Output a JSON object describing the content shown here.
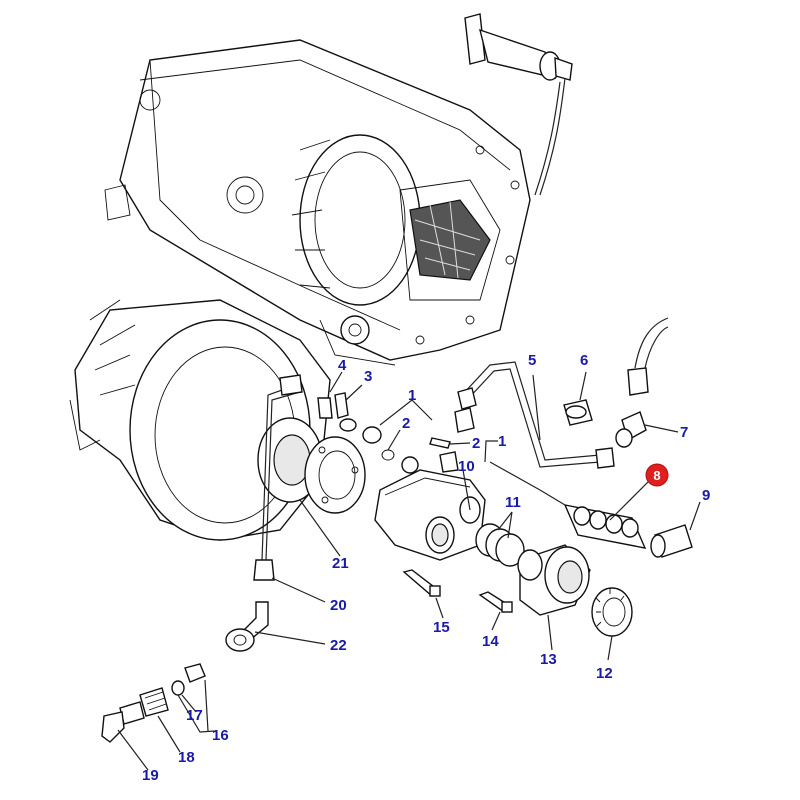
{
  "colors": {
    "label": "#1a1aa8",
    "highlight": "#e02020",
    "line": "#222222"
  },
  "labels": [
    {
      "id": "l1a",
      "text": "1"
    },
    {
      "id": "l1b",
      "text": "1"
    },
    {
      "id": "l2a",
      "text": "2"
    },
    {
      "id": "l2b",
      "text": "2"
    },
    {
      "id": "l3",
      "text": "3"
    },
    {
      "id": "l4",
      "text": "4"
    },
    {
      "id": "l5",
      "text": "5"
    },
    {
      "id": "l6",
      "text": "6"
    },
    {
      "id": "l7",
      "text": "7"
    },
    {
      "id": "l8",
      "text": "8",
      "highlighted": true
    },
    {
      "id": "l9",
      "text": "9"
    },
    {
      "id": "l10",
      "text": "10"
    },
    {
      "id": "l11",
      "text": "11"
    },
    {
      "id": "l12",
      "text": "12"
    },
    {
      "id": "l13",
      "text": "13"
    },
    {
      "id": "l14",
      "text": "14"
    },
    {
      "id": "l15",
      "text": "15"
    },
    {
      "id": "l16",
      "text": "16"
    },
    {
      "id": "l17",
      "text": "17"
    },
    {
      "id": "l18",
      "text": "18"
    },
    {
      "id": "l19",
      "text": "19"
    },
    {
      "id": "l20",
      "text": "20"
    },
    {
      "id": "l21",
      "text": "21"
    },
    {
      "id": "l22",
      "text": "22"
    }
  ]
}
